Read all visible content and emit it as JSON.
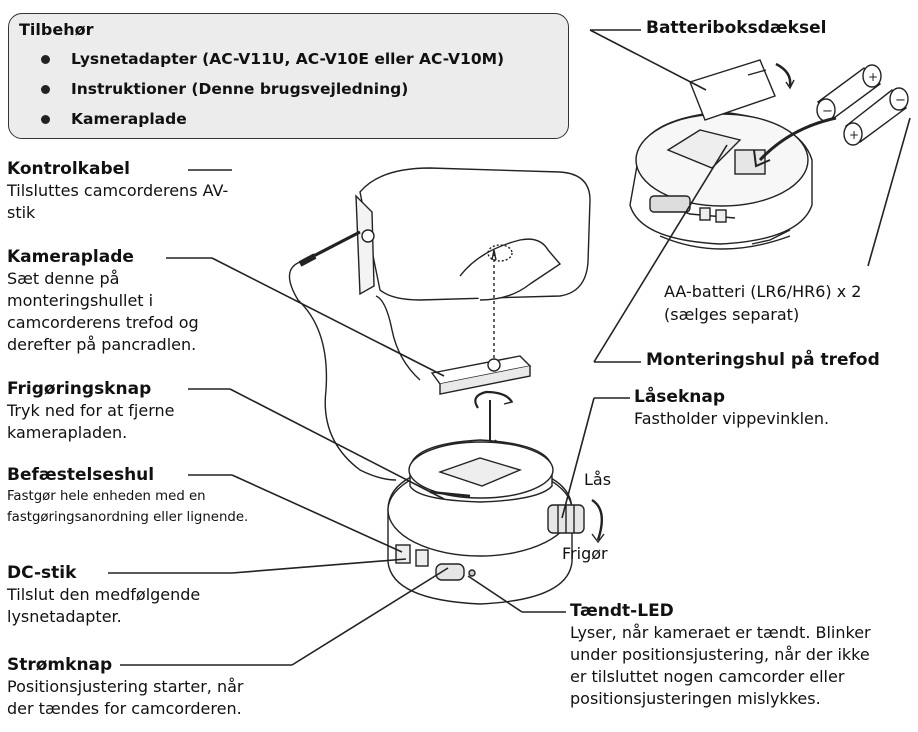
{
  "accessories": {
    "title": "Tilbehør",
    "items": [
      "Lysnetadapter (AC-V11U, AC-V10E eller AC-V10M)",
      "Instruktioner (Denne brugsvejledning)",
      "Kameraplade"
    ]
  },
  "callouts": {
    "control_cable": {
      "title": "Kontrolkabel",
      "desc_lines": [
        "Tilsluttes camcorderens AV-",
        "stik"
      ]
    },
    "camera_plate": {
      "title": "Kameraplade",
      "desc_lines": [
        "Sæt denne på",
        "monteringshullet i",
        "camcorderens trefod og",
        "derefter på pancradlen."
      ]
    },
    "release_button": {
      "title": "Frigøringsknap",
      "desc_lines": [
        "Tryk ned for at fjerne",
        "kamerapladen."
      ]
    },
    "fixing_hole": {
      "title": "Befæstelseshul",
      "desc_lines": [
        "Fastgør hele enheden med en",
        "fastgøringsanordning eller lignende."
      ]
    },
    "dc_jack": {
      "title": "DC-stik",
      "desc_lines": [
        "Tilslut den medfølgende",
        "lysnetadapter."
      ]
    },
    "power_button": {
      "title": "Strømknap",
      "desc_lines": [
        "Positionsjustering starter, når",
        "der tændes for camcorderen."
      ]
    },
    "battery_cover": {
      "title": "Batteriboksdæksel"
    },
    "batteries": {
      "desc_lines": [
        "AA-batteri (LR6/HR6) x 2",
        "(sælges separat)"
      ]
    },
    "tripod_hole": {
      "title": "Monteringshul på trefod"
    },
    "lock_knob": {
      "title": "Låseknap",
      "desc_lines": [
        "Fastholder vippevinklen."
      ]
    },
    "power_led": {
      "title": "Tændt-LED",
      "desc_lines": [
        "Lyser, når kameraet er tændt. Blinker",
        "under positionsjustering, når der ikke",
        "er tilsluttet nogen camcorder eller",
        "positionsjusteringen mislykkes."
      ]
    }
  },
  "knob_labels": {
    "lock": "Lås",
    "release": "Frigør"
  }
}
